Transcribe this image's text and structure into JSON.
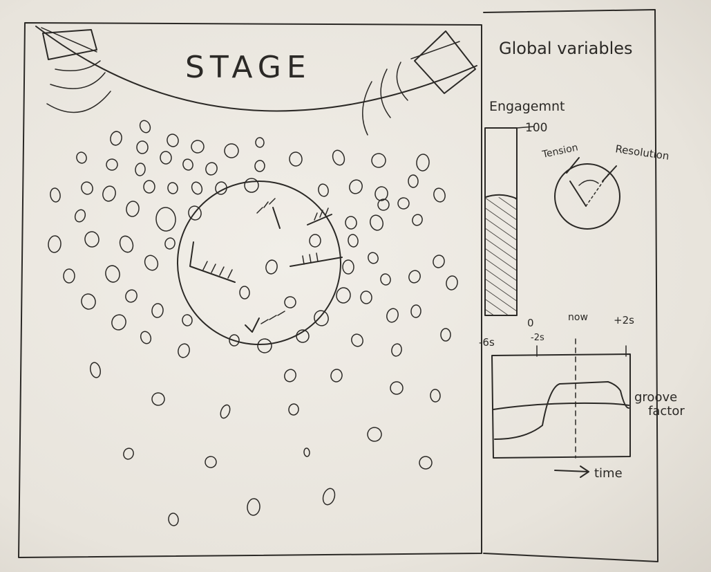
{
  "stage": {
    "title": "STAGE"
  },
  "sidebar": {
    "title": "Global variables",
    "engagement": {
      "label": "Engagemnt",
      "max_label": "100",
      "min_label": "0",
      "level_fraction": 0.63
    },
    "dial": {
      "left_label": "Tension",
      "right_label": "Resolution"
    },
    "timeline": {
      "tick_labels": [
        "-6s",
        "-2s",
        "now",
        "+2s"
      ],
      "side_label_line1": "groove",
      "side_label_line2": "factor",
      "axis_label": "time"
    }
  },
  "colors": {
    "ink": "#2b2926",
    "paper": "#ece9e2"
  }
}
